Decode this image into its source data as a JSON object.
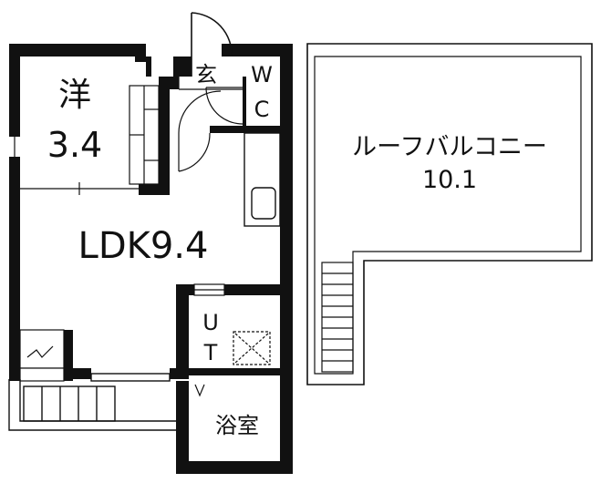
{
  "floorplan": {
    "rooms": {
      "western": {
        "kanji": "洋",
        "area": "3.4"
      },
      "ldk": {
        "label": "LDK9.4"
      },
      "entrance": {
        "label": "玄"
      },
      "wc": {
        "line1": "W",
        "line2": "C"
      },
      "utility": {
        "line1": "U",
        "line2": "T"
      },
      "bath": {
        "label": "浴室"
      },
      "balcony": {
        "name": "ルーフバルコニー",
        "area": "10.1"
      }
    },
    "colors": {
      "wall": "#111111",
      "background": "#ffffff"
    }
  }
}
